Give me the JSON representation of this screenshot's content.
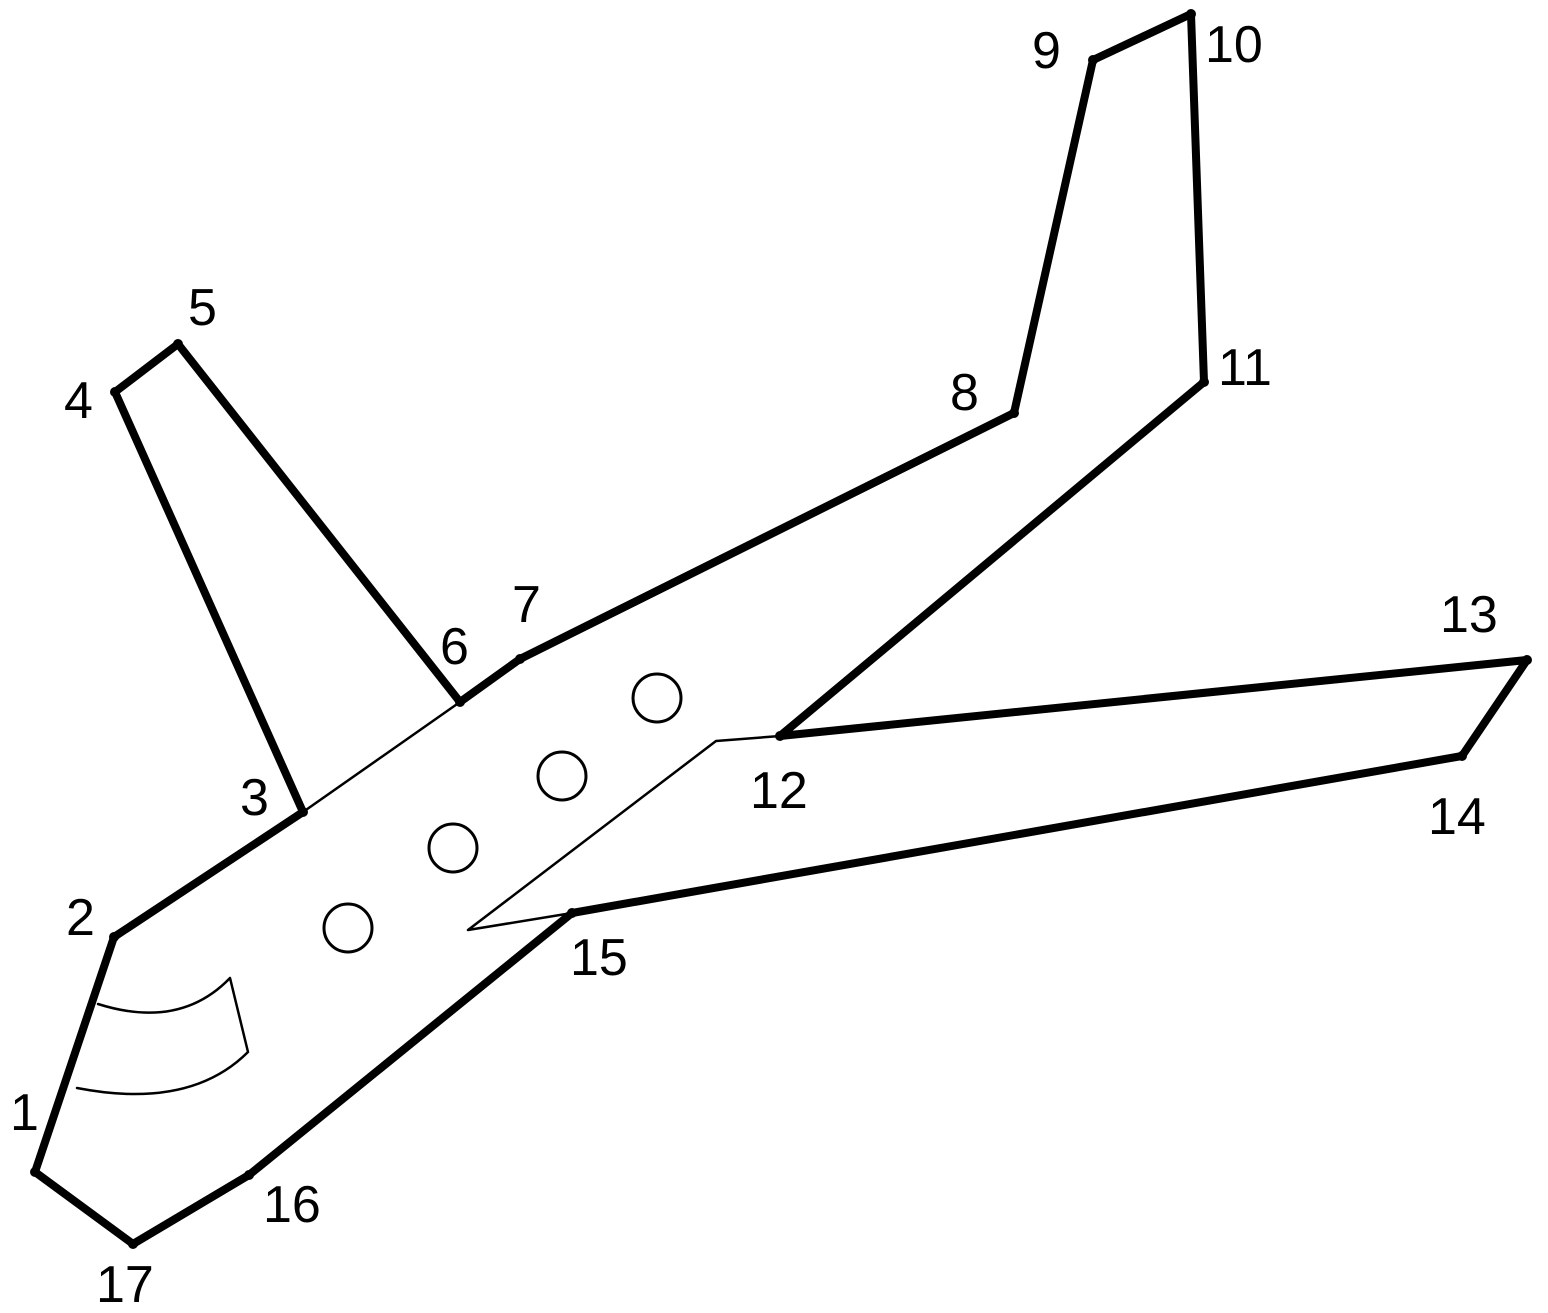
{
  "diagram": {
    "points": [
      {
        "id": 1,
        "label": "1"
      },
      {
        "id": 2,
        "label": "2"
      },
      {
        "id": 3,
        "label": "3"
      },
      {
        "id": 4,
        "label": "4"
      },
      {
        "id": 5,
        "label": "5"
      },
      {
        "id": 6,
        "label": "6"
      },
      {
        "id": 7,
        "label": "7"
      },
      {
        "id": 8,
        "label": "8"
      },
      {
        "id": 9,
        "label": "9"
      },
      {
        "id": 10,
        "label": "10"
      },
      {
        "id": 11,
        "label": "11"
      },
      {
        "id": 12,
        "label": "12"
      },
      {
        "id": 13,
        "label": "13"
      },
      {
        "id": 14,
        "label": "14"
      },
      {
        "id": 15,
        "label": "15"
      },
      {
        "id": 16,
        "label": "16"
      },
      {
        "id": 17,
        "label": "17"
      }
    ],
    "outline_order": [
      1,
      2,
      3,
      4,
      5,
      6,
      7,
      8,
      9,
      10,
      11,
      12,
      13,
      14,
      15,
      16,
      17
    ],
    "window_count": 4,
    "stroke_color": "#000000",
    "background_color": "#ffffff"
  }
}
